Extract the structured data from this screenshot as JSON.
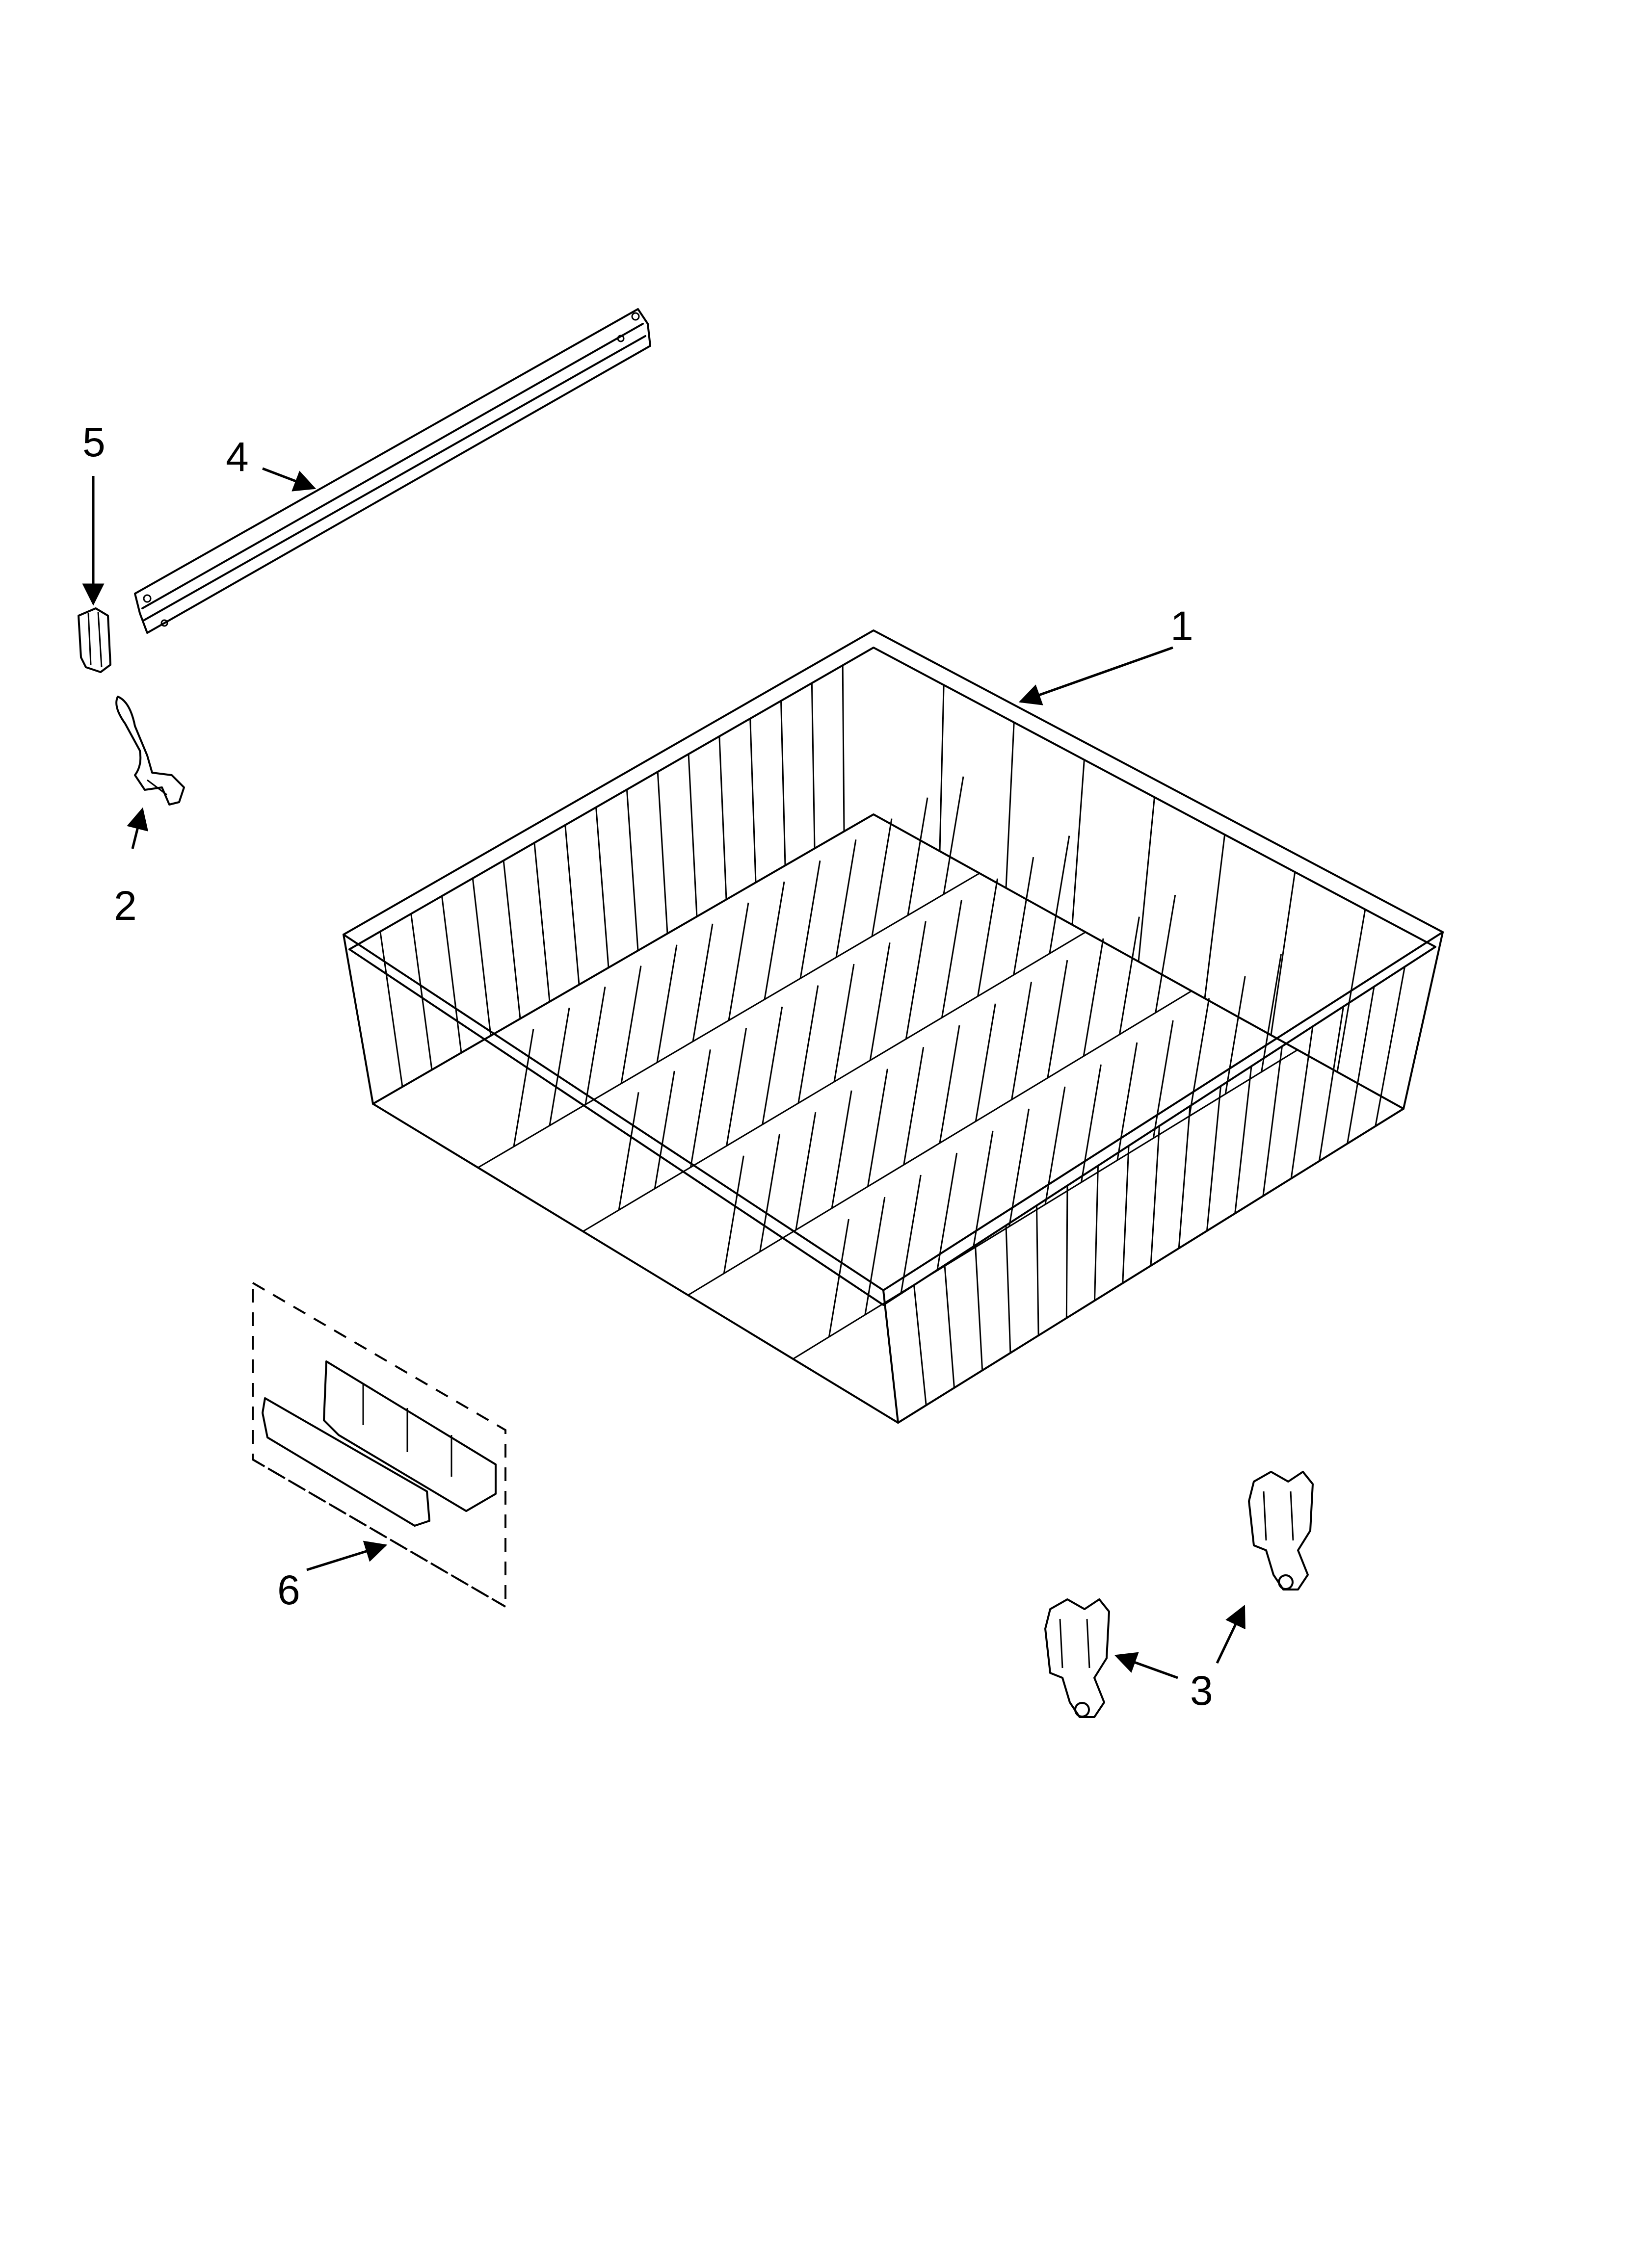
{
  "diagram": {
    "callouts": [
      {
        "id": "1",
        "label": "1",
        "part": "upper-rack"
      },
      {
        "id": "2",
        "label": "2",
        "part": "rack-tine-clip"
      },
      {
        "id": "3",
        "label": "3",
        "part": "rack-adjuster"
      },
      {
        "id": "4",
        "label": "4",
        "part": "rack-rail"
      },
      {
        "id": "5",
        "label": "5",
        "part": "rail-end-cap"
      },
      {
        "id": "6",
        "label": "6",
        "part": "handle-kit"
      }
    ]
  },
  "colors": {
    "line": "#000000",
    "background": "#ffffff"
  }
}
